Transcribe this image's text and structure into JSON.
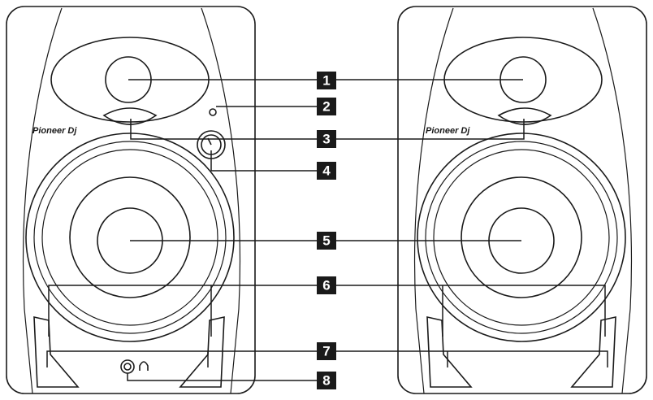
{
  "brand": {
    "logo_text": "Pioneer Dj"
  },
  "callouts": [
    "1",
    "2",
    "3",
    "4",
    "5",
    "6",
    "7",
    "8"
  ],
  "colors": {
    "ink": "#1a1a1a",
    "background": "#ffffff",
    "label_text": "#ffffff"
  },
  "icons": {
    "headphone": "headphone-icon"
  }
}
